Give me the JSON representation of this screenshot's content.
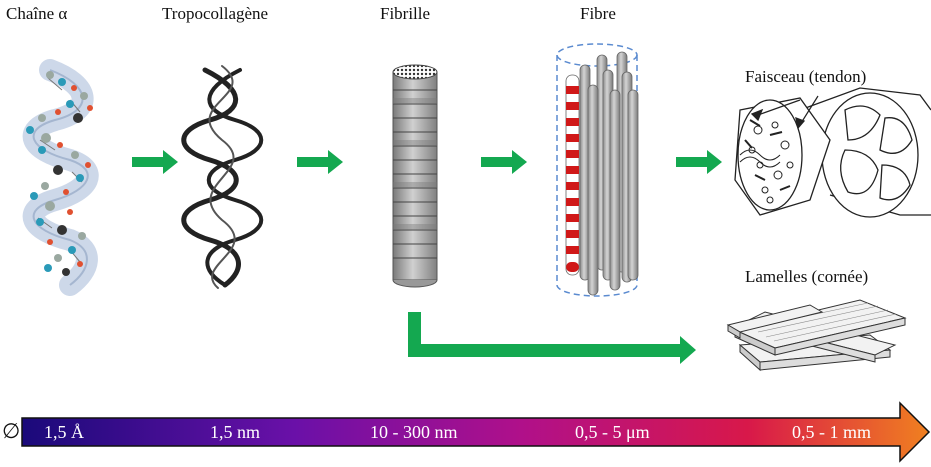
{
  "stages": {
    "chain_alpha": "Chaîne α",
    "tropocollagen": "Tropocollagène",
    "fibril": "Fibrille",
    "fibre": "Fibre",
    "bundle": "Faisceau (tendon)",
    "lamellae": "Lamelles (cornée)"
  },
  "scale": {
    "symbol": "∅",
    "ticks": [
      "1,5 Å",
      "1,5 nm",
      "10 - 300 nm",
      "0,5 - 5 μm",
      "0,5 - 1 mm"
    ],
    "gradient_colors": [
      "#1a0a7a",
      "#6a10a8",
      "#b0108a",
      "#d8184a",
      "#f08020"
    ]
  },
  "colors": {
    "arrow": "#14a850",
    "rod": "#b8b8b8",
    "band_red": "#d01818",
    "dashed_outline": "#5b8bd0"
  }
}
